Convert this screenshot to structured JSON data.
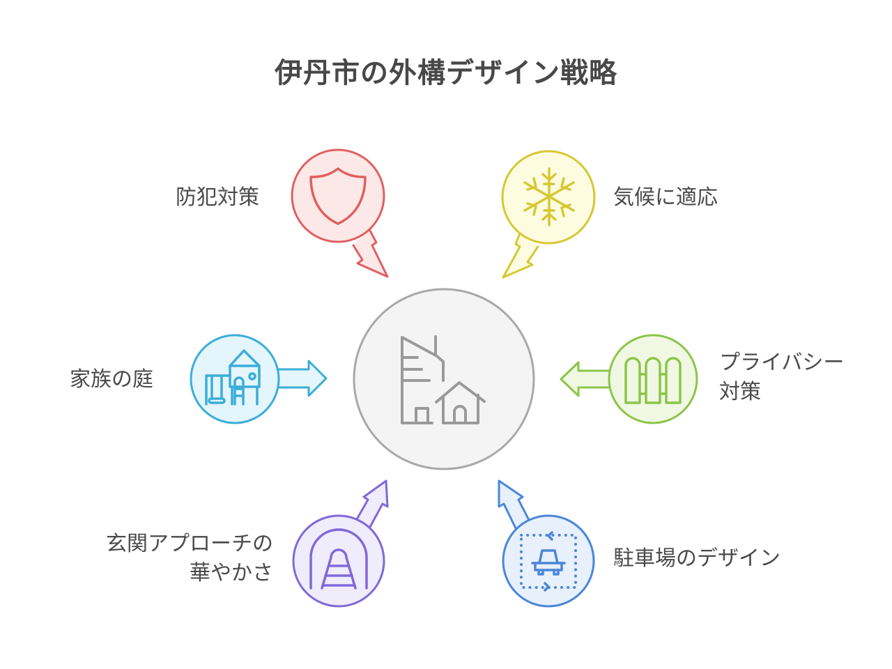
{
  "title": "伊丹市の外構デザイン戦略",
  "center": {
    "icon": "building-house-icon",
    "color": "#9a9a9a",
    "fill": "#f4f4f4"
  },
  "nodes": [
    {
      "id": "security",
      "label_lines": [
        "防犯対策"
      ],
      "icon": "shield-icon",
      "stroke": "#e06060",
      "fill": "#fde8e8"
    },
    {
      "id": "climate",
      "label_lines": [
        "気候に適応"
      ],
      "icon": "snowflake-icon",
      "stroke": "#d6c832",
      "fill": "#fdfbe0"
    },
    {
      "id": "family-garden",
      "label_lines": [
        "家族の庭"
      ],
      "icon": "playground-icon",
      "stroke": "#3aaed8",
      "fill": "#e4f5fc"
    },
    {
      "id": "privacy",
      "label_lines": [
        "プライバシー",
        "対策"
      ],
      "icon": "fence-icon",
      "stroke": "#8cc548",
      "fill": "#f0f8e4"
    },
    {
      "id": "entrance",
      "label_lines": [
        "玄関アプローチの",
        "華やかさ"
      ],
      "icon": "tunnel-path-icon",
      "stroke": "#8068d8",
      "fill": "#efecfc"
    },
    {
      "id": "parking",
      "label_lines": [
        "駐車場のデザイン"
      ],
      "icon": "car-parking-icon",
      "stroke": "#4a86d8",
      "fill": "#e8f0fc"
    }
  ]
}
